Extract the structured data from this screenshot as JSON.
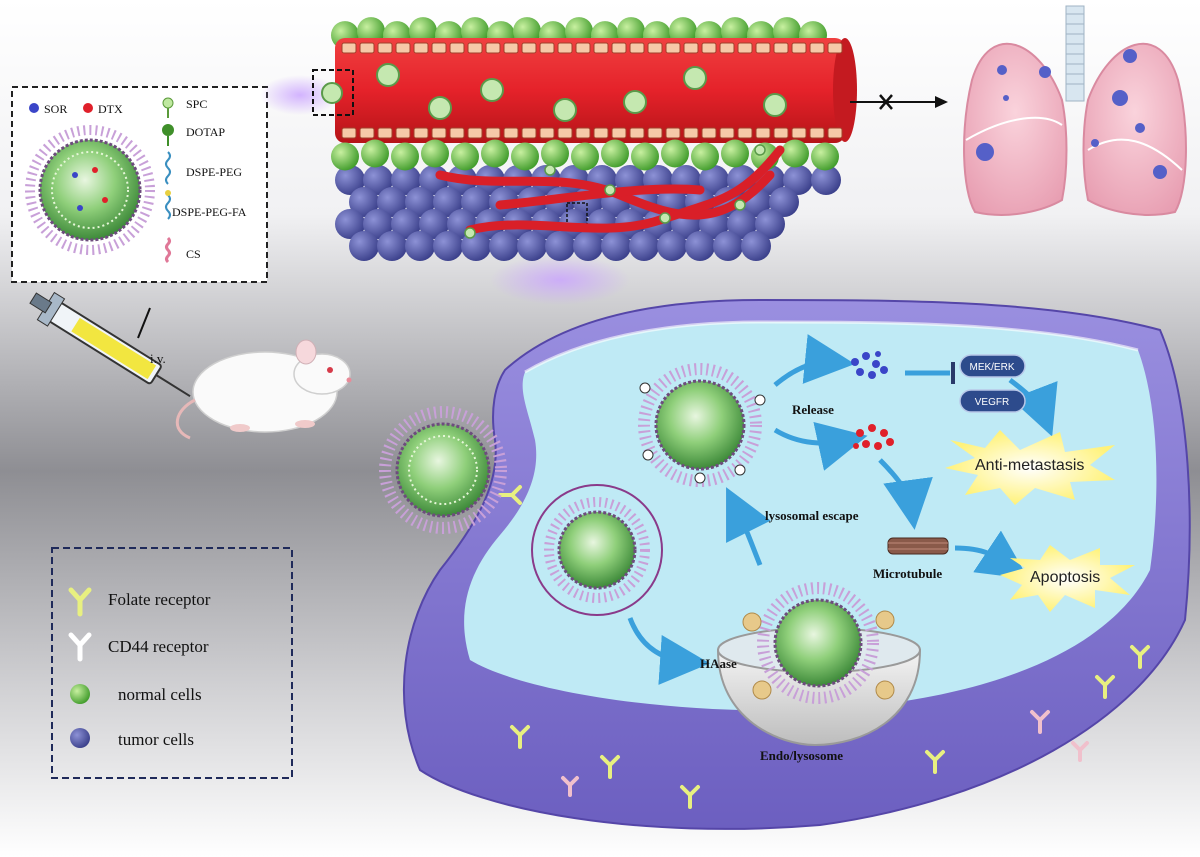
{
  "legend_top": {
    "sor": "SOR",
    "dtx": "DTX",
    "spc": "SPC",
    "dotap": "DOTAP",
    "dspe_peg": "DSPE-PEG",
    "dspe_peg_fa": "DSPE-PEG-FA",
    "cs": "CS"
  },
  "legend_bottom": {
    "folate": "Folate receptor",
    "cd44": "CD44 receptor",
    "normal": "normal cells",
    "tumor": "tumor cells"
  },
  "injection": {
    "route": "i.v."
  },
  "cell": {
    "release": "Release",
    "mek_erk": "MEK/ERK",
    "vegfr": "VEGFR",
    "anti_metastasis": "Anti-metastasis",
    "lysosomal_escape": "lysosomal escape",
    "microtubule": "Microtubule",
    "apoptosis": "Apoptosis",
    "haase": "HAase",
    "endo_lysosome": "Endo/lysosome"
  },
  "colors": {
    "vessel": "#e5222a",
    "normal_cell": "#7ac943",
    "tumor_cell": "#5a5fa8",
    "cell_membrane": "#8b7fd4",
    "cytoplasm": "#bfeaf5",
    "arrow": "#3aa0dc",
    "lung": "#f2b8c6",
    "metastasis_dot": "#5560c8"
  }
}
